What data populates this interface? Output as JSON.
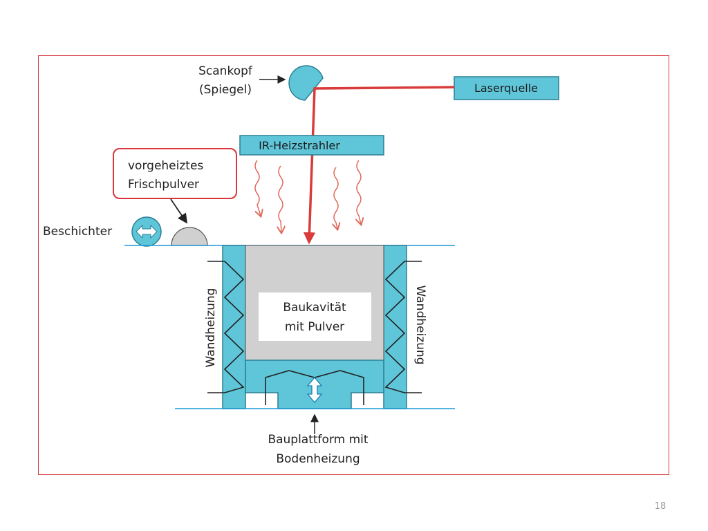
{
  "colors": {
    "frame": "#d9353a",
    "laser_beam": "#d93a3a",
    "component_fill": "#5fc6d9",
    "component_stroke": "#2a7f93",
    "powder": "#d0d0d0",
    "heat_wave": "#e06a5a",
    "line": "#1a9bd7"
  },
  "labels": {
    "scanhead_line1": "Scankopf",
    "scanhead_line2": "(Spiegel)",
    "laser_source": "Laserquelle",
    "ir_heater": "IR-Heizstrahler",
    "preheated_line1": "vorgeheiztes",
    "preheated_line2": "Frischpulver",
    "coater": "Beschichter",
    "wall_heating_left": "Wandheizung",
    "wall_heating_right": "Wandheizung",
    "cavity_line1": "Baukavität",
    "cavity_line2": "mit Pulver",
    "platform_line1": "Bauplattform mit",
    "platform_line2": "Bodenheizung"
  },
  "icons": {
    "coater": "double-arrow-horizontal-icon",
    "platform": "double-arrow-vertical-icon"
  },
  "slide_number": "18"
}
